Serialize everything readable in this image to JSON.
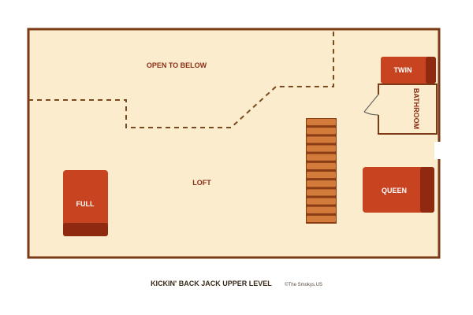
{
  "colors": {
    "floor": "#fbeccd",
    "wall": "#7a3b16",
    "dashed": "#7a4a1e",
    "bed": "#c8431f",
    "bed_dark": "#8f2a10",
    "stair_light": "#d27b3a",
    "stair_dark": "#8a3c14",
    "label": "#8b2e16"
  },
  "rooms": {
    "open_to_below": "OPEN TO BELOW",
    "loft": "LOFT",
    "bathroom": "BATHROOM"
  },
  "beds": {
    "twin": "TWIN",
    "queen": "QUEEN",
    "full": "FULL"
  },
  "caption": {
    "title": "KICKIN' BACK JACK UPPER LEVEL",
    "copyright": "©The Smokys.US"
  },
  "stairs": {
    "steps": 12
  }
}
